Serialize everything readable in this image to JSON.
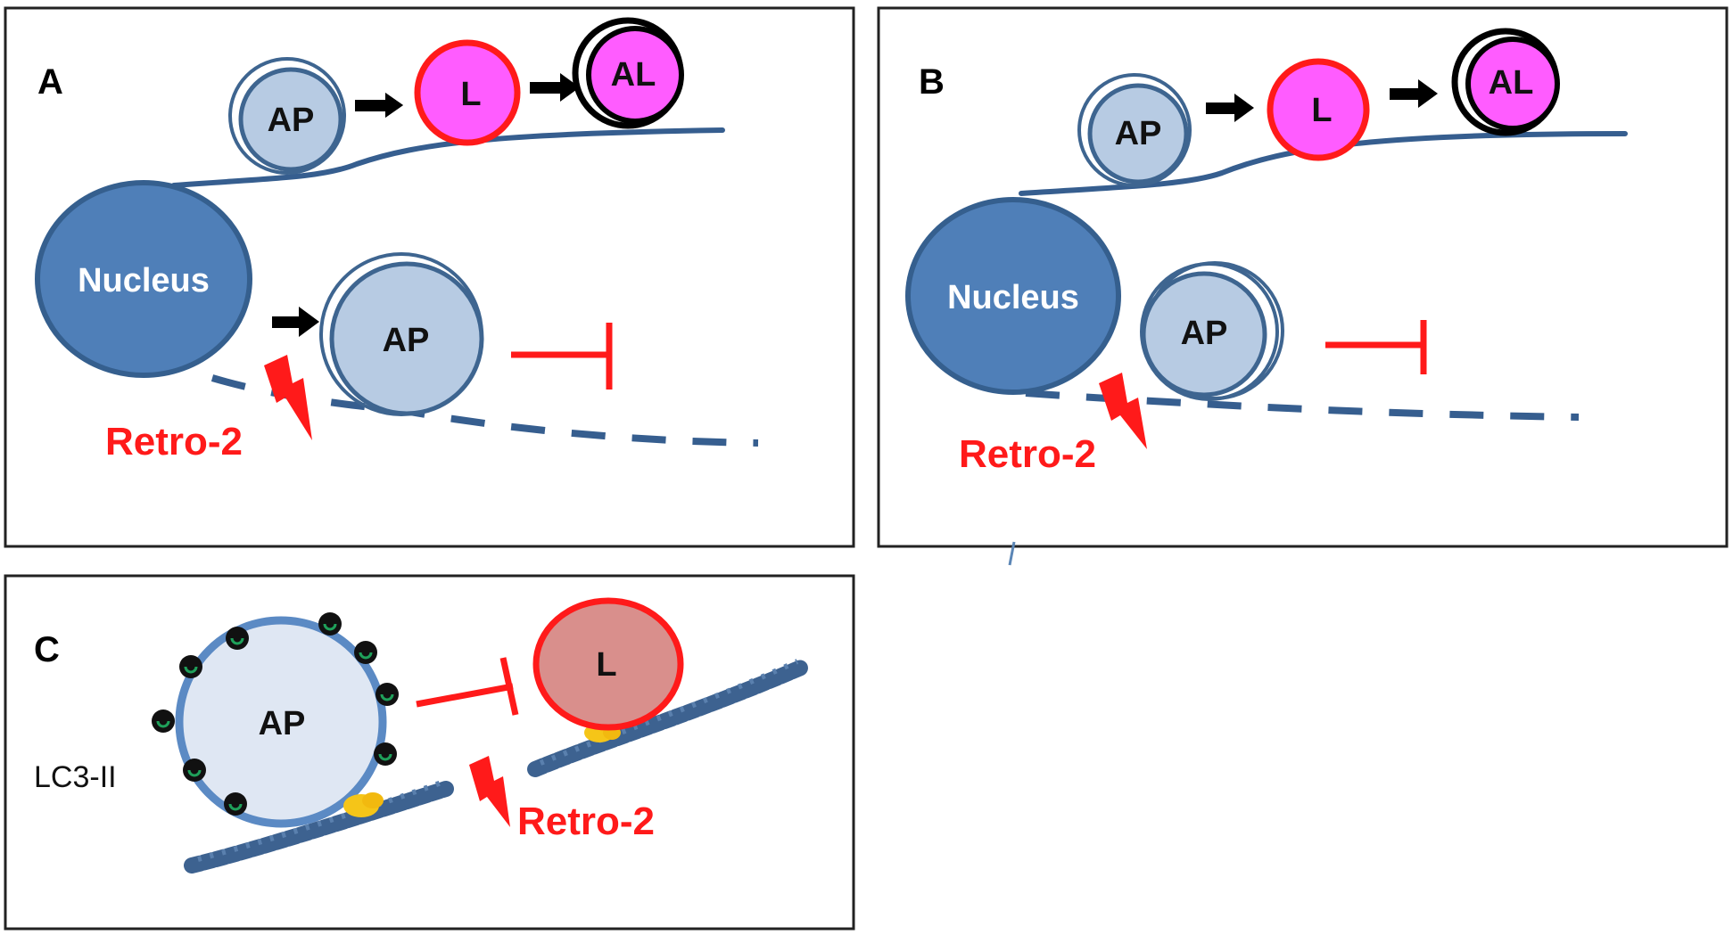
{
  "panels": {
    "a": {
      "letter": "A",
      "ap_top": "AP",
      "lysosome": "L",
      "autolysosome": "AL",
      "nucleus": "Nucleus",
      "ap_bottom": "AP",
      "drug": "Retro-2"
    },
    "b": {
      "letter": "B",
      "ap_top": "AP",
      "lysosome": "L",
      "autolysosome": "AL",
      "nucleus": "Nucleus",
      "ap_bottom": "AP",
      "drug": "Retro-2"
    },
    "c": {
      "letter": "C",
      "autophagosome": "AP",
      "lysosome": "L",
      "marker": "LC3-II",
      "drug": "Retro-2"
    }
  },
  "colors": {
    "nucleus": "#4f7fb8",
    "autophagosome": "#b7cbe3",
    "lysosome_fill": "#ff5cff",
    "lysosome_border": "#ff1a1a",
    "autolysosome_border": "#000000",
    "panel_c_lysosome": "#d98f8c",
    "inhibitor": "#ff1a1a",
    "microtubule": "#365e8f",
    "motor_protein": "#f5c518"
  }
}
